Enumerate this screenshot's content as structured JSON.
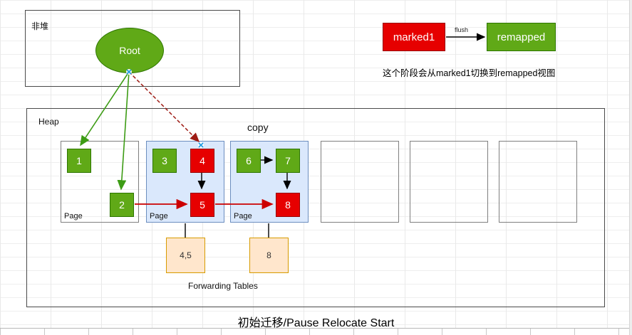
{
  "nonheap": {
    "label": "非堆",
    "root": "Root"
  },
  "legend": {
    "marked": "marked1",
    "remapped": "remapped",
    "flush": "flush",
    "caption": "这个阶段会从marked1切换到remapped视图"
  },
  "heap": {
    "label": "Heap",
    "copy": "copy",
    "pages": [
      {
        "label": "Page",
        "cells": [
          {
            "value": "1"
          },
          {
            "value": "2"
          }
        ]
      },
      {
        "label": "Page",
        "cells": [
          {
            "value": "3"
          },
          {
            "value": "4"
          },
          {
            "value": "5"
          }
        ]
      },
      {
        "label": "Page",
        "cells": [
          {
            "value": "6"
          },
          {
            "value": "7"
          },
          {
            "value": "8"
          }
        ]
      }
    ],
    "forwarding": {
      "tables": [
        {
          "value": "4,5"
        },
        {
          "value": "8"
        }
      ],
      "label": "Forwarding Tables"
    }
  },
  "title": "初始迁移/Pause Relocate Start",
  "colors": {
    "green_fill": "#60a917",
    "green_border": "#2d7600",
    "red_fill": "#e60000",
    "red_border": "#990000",
    "page_blue_fill": "#dae8fc",
    "page_blue_border": "#6c8ebf",
    "table_fill": "#ffe6cc",
    "table_border": "#d79b00",
    "arrow_green": "#3d9c15",
    "arrow_red": "#cc0000",
    "arrow_darkred": "#9e1b14",
    "arrow_black": "#000000"
  }
}
